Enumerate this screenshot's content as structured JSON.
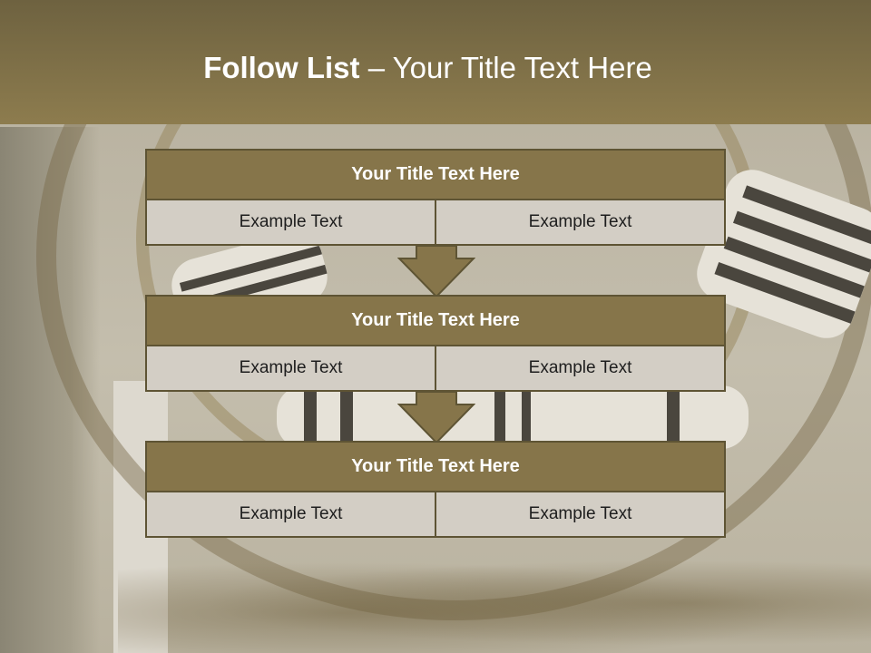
{
  "header": {
    "title_bold": "Follow List",
    "title_rest": " – Your Title Text Here"
  },
  "blocks": [
    {
      "title": "Your Title Text Here",
      "left": "Example Text",
      "right": "Example Text"
    },
    {
      "title": "Your Title Text Here",
      "left": "Example Text",
      "right": "Example Text"
    },
    {
      "title": "Your Title Text Here",
      "left": "Example Text",
      "right": "Example Text"
    }
  ],
  "colors": {
    "header": "#8d7c4e",
    "block_title": "#86754a",
    "cell": "#d3cec5",
    "border": "#5e5434"
  },
  "icons": [
    "down-arrow-icon",
    "down-arrow-icon"
  ]
}
